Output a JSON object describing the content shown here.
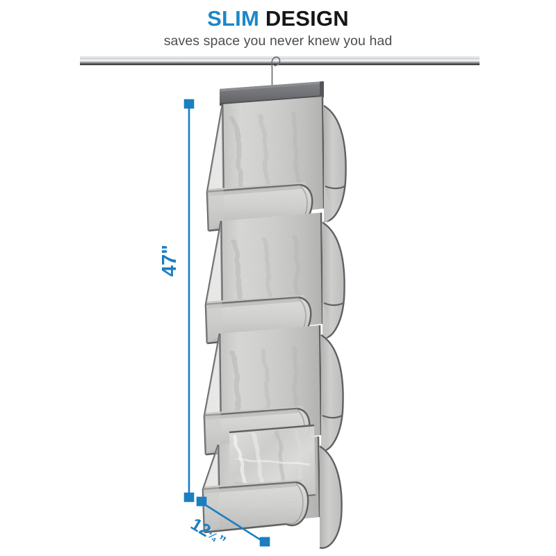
{
  "header": {
    "title_accent": "SLIM",
    "title_rest": "DESIGN",
    "subtitle": "saves space you never knew you had"
  },
  "dimensions": {
    "height_label": "47\"",
    "width_value": "12",
    "width_fraction": "¼",
    "width_unit": "”",
    "accent_color": "#1b7fc0"
  },
  "product": {
    "name": "hanging closet organizer",
    "tier_count": 4,
    "colors": {
      "trim": "#5f6063",
      "fabric_light": "#d9d9d7",
      "fabric_mid": "#c2c2c0",
      "fabric_dark": "#a9a9a7",
      "top_bar": "#6f7073",
      "clear_panel": "#cfcfcd",
      "rod_metal": "#b9bcbe"
    },
    "parts": {
      "closet_rod": "closet rod",
      "hanger_hook": "hanger hook",
      "top_bar": "reinforced top bar",
      "front_pocket": "front pocket",
      "side_pocket": "side pocket",
      "clear_panel": "clear bottom panel"
    }
  },
  "icons": {
    "title_accent": "text-highlight",
    "dimension_arrow": "dimension-arrow-icon"
  }
}
